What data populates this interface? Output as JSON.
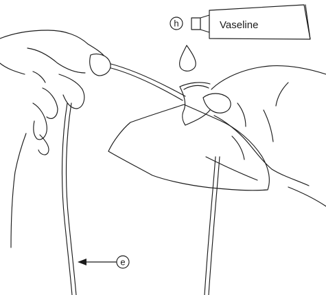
{
  "callouts": {
    "tube_label": "h",
    "tube_text": "Vaseline",
    "tubing_label": "e"
  }
}
